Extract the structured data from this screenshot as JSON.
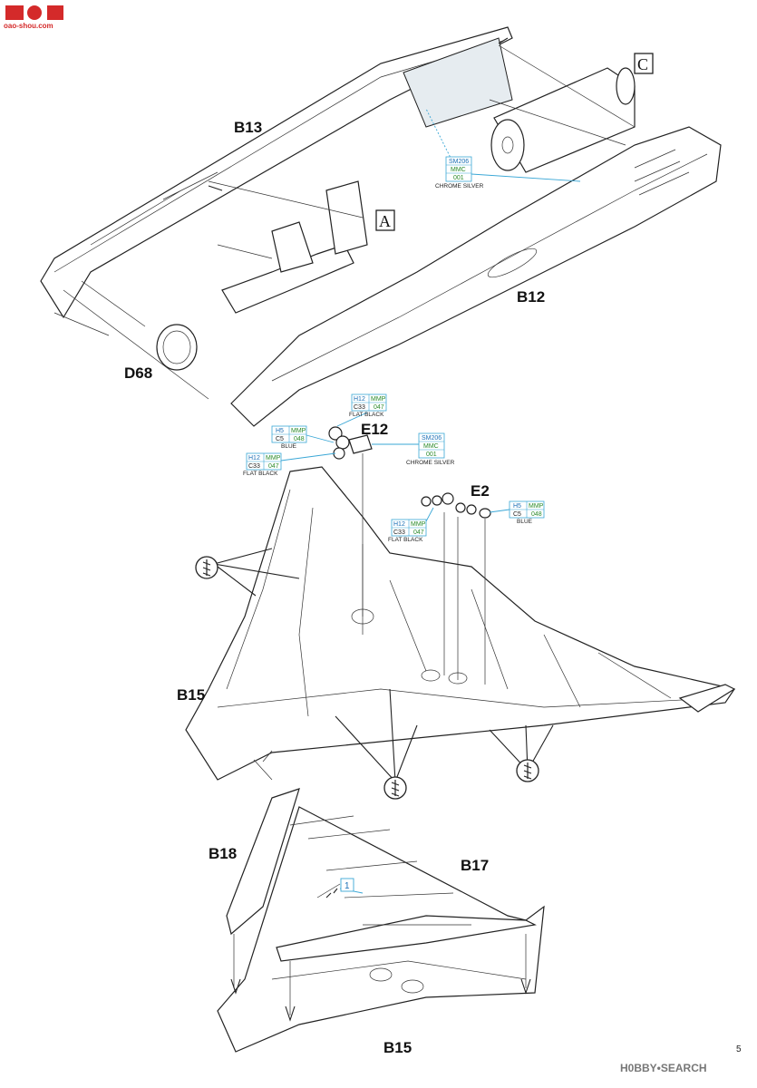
{
  "logo": {
    "site_name": "oao-shou.com"
  },
  "watermark": "H0BBY•SEARCH",
  "page_number": "5",
  "markers": {
    "A": "A",
    "C": "C"
  },
  "parts": {
    "B13": "B13",
    "B12": "B12",
    "D68": "D68",
    "E12": "E12",
    "E2": "E2",
    "B15_top": "B15",
    "B18": "B18",
    "B17": "B17",
    "B15_bottom": "B15"
  },
  "step_number": "1",
  "paint_callouts": {
    "chrome_top": {
      "codes": [
        "SM206",
        "MMC",
        "001"
      ],
      "label": "CHROME SILVER"
    },
    "black_e12": {
      "codes": [
        "H12",
        "MMP",
        "C33",
        "047"
      ],
      "label": "FLAT BLACK"
    },
    "blue_e12": {
      "codes": [
        "H5",
        "MMP",
        "C5",
        "048"
      ],
      "label": "BLUE"
    },
    "black_left": {
      "codes": [
        "H12",
        "MMP",
        "C33",
        "047"
      ],
      "label": "FLAT BLACK"
    },
    "chrome_e12": {
      "codes": [
        "SM206",
        "MMC",
        "001"
      ],
      "label": "CHROME SILVER"
    },
    "blue_e2": {
      "codes": [
        "H5",
        "MMP",
        "C5",
        "048"
      ],
      "label": "BLUE"
    },
    "black_e2": {
      "codes": [
        "H12",
        "MMP",
        "C33",
        "047"
      ],
      "label": "FLAT BLACK"
    }
  },
  "colors": {
    "line": "#222222",
    "callout_blue": "#1a6fb5",
    "callout_green": "#2a8a2a",
    "leader": "#3aa7d6",
    "logo_red": "#d42a2a"
  }
}
